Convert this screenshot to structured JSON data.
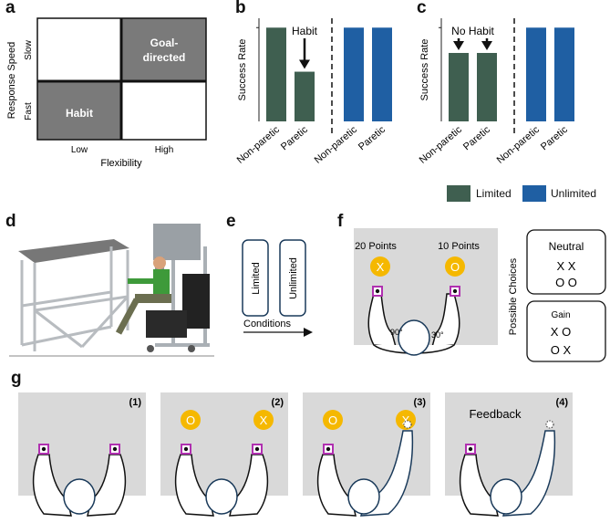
{
  "panel_labels": {
    "a": "a",
    "b": "b",
    "c": "c",
    "d": "d",
    "e": "e",
    "f": "f",
    "g": "g"
  },
  "panel_a": {
    "y_title": "Response Speed",
    "y_slow": "Slow",
    "y_fast": "Fast",
    "x_title": "Flexibility",
    "x_low": "Low",
    "x_high": "High",
    "q_goal_line1": "Goal-",
    "q_goal_line2": "directed",
    "q_habit": "Habit"
  },
  "chart_data": [
    {
      "type": "bar",
      "panel": "b",
      "ylabel": "Success Rate",
      "categories": [
        "Non-paretic",
        "Paretic",
        "Non-paretic",
        "Paretic"
      ],
      "groups": [
        "Limited",
        "Limited",
        "Unlimited",
        "Unlimited"
      ],
      "values": [
        1.0,
        0.53,
        1.0,
        1.0
      ],
      "annotations": [
        {
          "text": "Habit",
          "target": 1
        }
      ],
      "ylim": [
        0,
        1.1
      ]
    },
    {
      "type": "bar",
      "panel": "c",
      "ylabel": "Success Rate",
      "categories": [
        "Non-paretic",
        "Paretic",
        "Non-paretic",
        "Paretic"
      ],
      "groups": [
        "Limited",
        "Limited",
        "Unlimited",
        "Unlimited"
      ],
      "values": [
        0.73,
        0.73,
        1.0,
        1.0
      ],
      "annotations": [
        {
          "text": "No Habit",
          "targets": [
            0,
            1
          ]
        }
      ],
      "ylim": [
        0,
        1.1
      ]
    }
  ],
  "legend": [
    {
      "label": "Limited",
      "color": "#3f5f50"
    },
    {
      "label": "Unlimited",
      "color": "#1f5fa3"
    }
  ],
  "colors": {
    "limited": "#3f5f50",
    "unlimited": "#1f5fa3",
    "target": "#f5b800",
    "marker": "#b030b0",
    "screen": "#d9d9d9"
  },
  "panel_e": {
    "box1": "Limited",
    "box2": "Unlimited",
    "arrow_label": "Conditions"
  },
  "panel_f": {
    "left_points": "20 Points",
    "right_points": "10 Points",
    "left_symbol": "X",
    "right_symbol": "O",
    "left_angle": "90°",
    "right_angle": "30°",
    "side_label": "Possible Choices",
    "neutral_title": "Neutral",
    "neutral_row1": "X X",
    "neutral_row2": "O O",
    "gain_title": "Gain",
    "gain_row1": "X O",
    "gain_row2": "O X"
  },
  "panel_g": {
    "step1": "(1)",
    "step2": "(2)",
    "step3": "(3)",
    "step4": "(4)",
    "s2_left": "O",
    "s2_right": "X",
    "s3_left": "O",
    "s3_right": "X",
    "feedback": "Feedback"
  }
}
